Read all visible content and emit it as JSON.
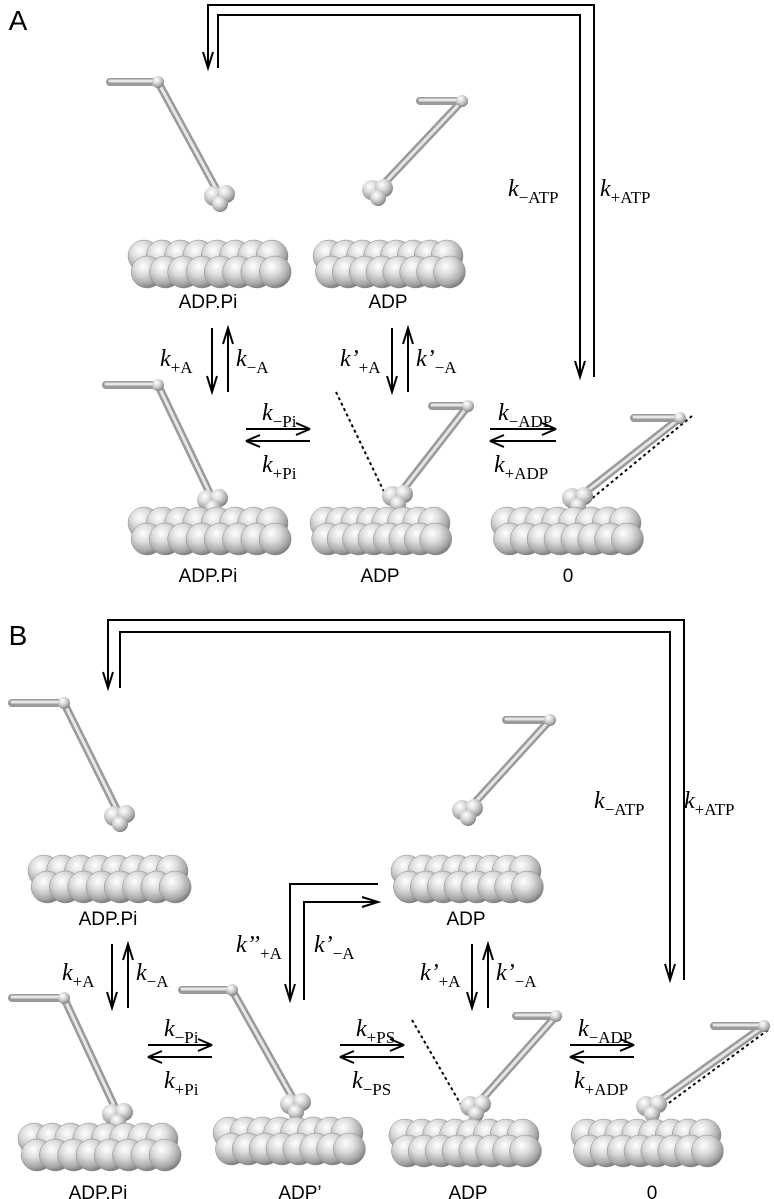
{
  "panels": [
    {
      "label": "A",
      "top_states": [
        "ADP.Pi",
        "ADP"
      ],
      "bottom_states": [
        "ADP.Pi",
        "ADP",
        "0"
      ],
      "rates": {
        "atp_unbind": [
          "k",
          "−ATP"
        ],
        "atp_bind": [
          "k",
          "+ATP"
        ],
        "a1_fwd": [
          "k",
          "+A"
        ],
        "a1_rev": [
          "k",
          "−A"
        ],
        "a2_fwd": [
          "k’",
          "+A"
        ],
        "a2_rev": [
          "k’",
          "−A"
        ],
        "pi_release": [
          "k",
          "−Pi"
        ],
        "pi_bind": [
          "k",
          "+Pi"
        ],
        "adp_release": [
          "k",
          "−ADP"
        ],
        "adp_bind": [
          "k",
          "+ADP"
        ]
      }
    },
    {
      "label": "B",
      "top_states": [
        "ADP.Pi",
        "ADP"
      ],
      "bottom_states": [
        "ADP.Pi",
        "ADP’",
        "ADP",
        "0"
      ],
      "rates": {
        "atp_unbind": [
          "k",
          "−ATP"
        ],
        "atp_bind": [
          "k",
          "+ATP"
        ],
        "a1_fwd": [
          "k",
          "+A"
        ],
        "a1_rev": [
          "k",
          "−A"
        ],
        "a3_fwd": [
          "k’’",
          "+A"
        ],
        "a3_rev": [
          "k’",
          "−A"
        ],
        "a2_fwd": [
          "k’",
          "+A"
        ],
        "a2_rev": [
          "k’",
          "−A"
        ],
        "pi_release": [
          "k",
          "−Pi"
        ],
        "pi_bind": [
          "k",
          "+Pi"
        ],
        "ps_fwd": [
          "k",
          "+PS"
        ],
        "ps_rev": [
          "k",
          "−PS"
        ],
        "adp_release": [
          "k",
          "−ADP"
        ],
        "adp_bind": [
          "k",
          "+ADP"
        ]
      }
    }
  ]
}
